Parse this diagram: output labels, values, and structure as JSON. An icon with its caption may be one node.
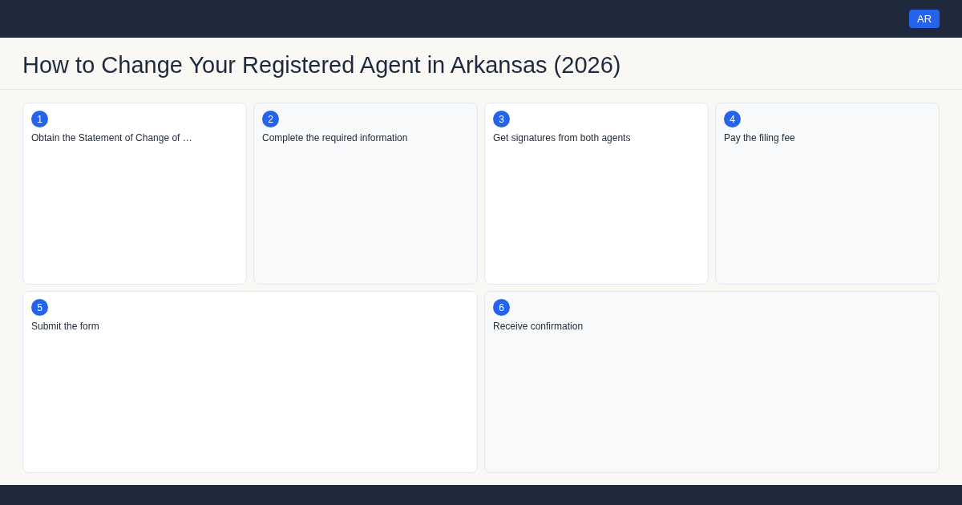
{
  "diagram": {
    "title": "How to Change Your Registered Agent in Arkansas (2026)",
    "nodes": [
      {
        "text": [
          "AR"
        ]
      },
      {
        "text": [
          "Obtain the Statement of Change of …"
        ]
      },
      {
        "text": [
          "1"
        ],
        "in": 1
      },
      {
        "text": [
          "Complete the required information"
        ]
      },
      {
        "text": [
          "2"
        ],
        "in": 3
      },
      {
        "text": [
          "Get signatures from both agents"
        ]
      },
      {
        "text": [
          "3"
        ],
        "in": 5
      },
      {
        "text": [
          "Pay the filing fee"
        ]
      },
      {
        "text": [
          "4"
        ],
        "in": 7
      },
      {
        "text": [
          "Submit the form"
        ]
      },
      {
        "text": [
          "5"
        ],
        "in": 9
      },
      {
        "text": [
          "Receive confirmation"
        ]
      },
      {
        "text": [
          "6"
        ],
        "in": 11
      }
    ]
  }
}
